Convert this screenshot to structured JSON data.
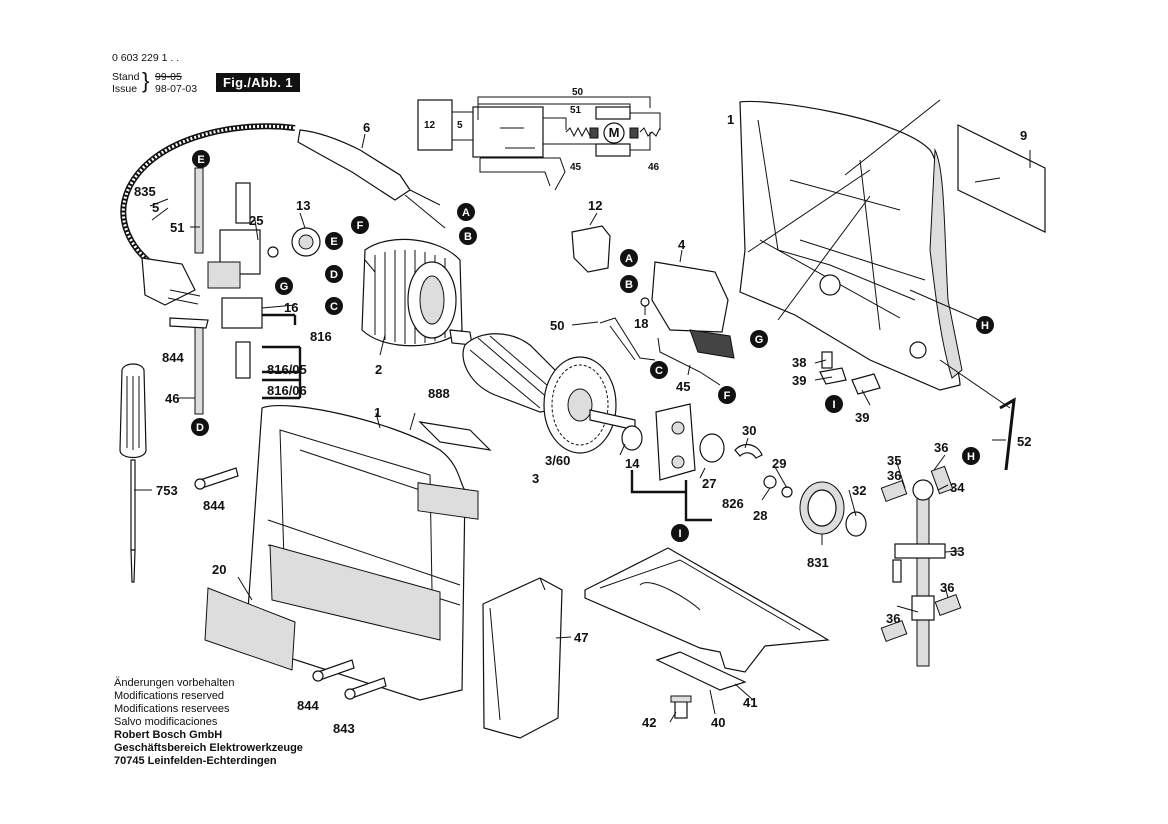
{
  "header": {
    "part_number": "0 603 229 1 . .",
    "stand_label": "Stand",
    "issue_label": "Issue",
    "struck_date": "99-05",
    "issue_date": "98-07-03",
    "figure_label": "Fig./Abb. 1"
  },
  "notes": {
    "lines": [
      "Änderungen vorbehalten",
      "Modifications reserved",
      "Modifications reservees",
      "Salvo modificaciones"
    ],
    "company": [
      "Robert Bosch GmbH",
      "Geschäftsbereich Elektrowerkzeuge",
      "70745 Leinfelden-Echterdingen"
    ]
  },
  "wiring": {
    "labels": [
      "50",
      "51",
      "45",
      "46",
      "12",
      "5"
    ],
    "motor": "M"
  },
  "part_labels": [
    "1",
    "1",
    "2",
    "3",
    "3/60",
    "4",
    "5",
    "6",
    "9",
    "12",
    "13",
    "14",
    "16",
    "18",
    "20",
    "25",
    "27",
    "28",
    "29",
    "30",
    "32",
    "33",
    "34",
    "35",
    "36",
    "36",
    "36",
    "36",
    "38",
    "39",
    "39",
    "40",
    "41",
    "42",
    "45",
    "46",
    "47",
    "50",
    "51",
    "52",
    "753",
    "816",
    "816/05",
    "816/06",
    "826",
    "831",
    "835",
    "843",
    "844",
    "844",
    "844",
    "888"
  ],
  "reference_markers": [
    "A",
    "B",
    "C",
    "D",
    "E",
    "F",
    "G",
    "H",
    "I",
    "A",
    "B",
    "C",
    "D",
    "E",
    "F",
    "G",
    "H",
    "I"
  ]
}
